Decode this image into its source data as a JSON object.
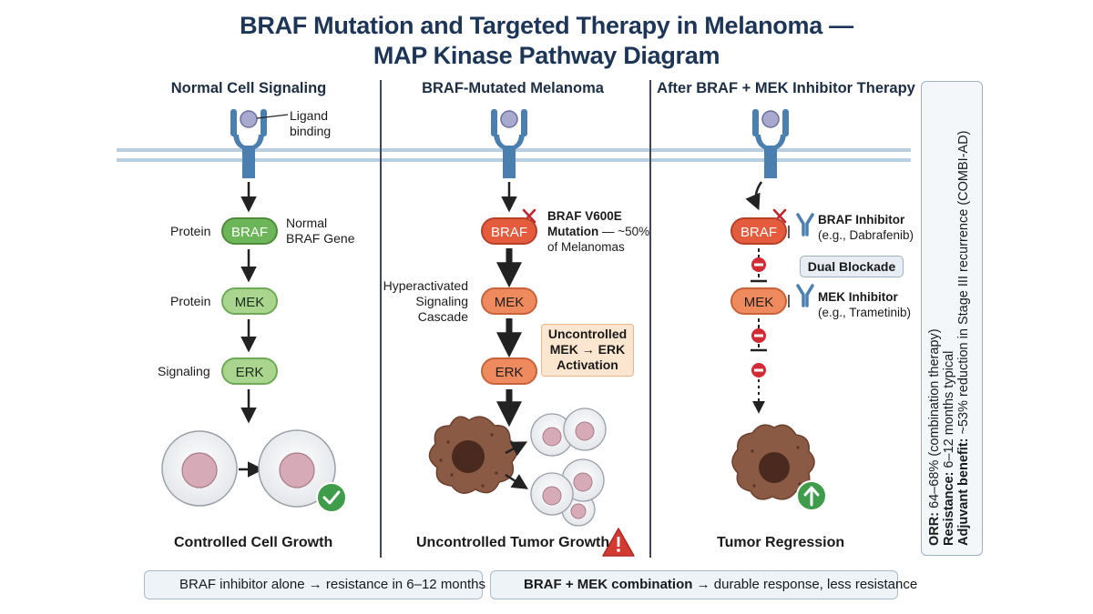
{
  "title": {
    "line1": "BRAF Mutation and Targeted Therapy in Melanoma —",
    "line2": "MAP Kinase Pathway Diagram"
  },
  "panels": {
    "normal": {
      "heading": "Normal Cell Signaling",
      "ligand_label": "Ligand binding",
      "ligand_line1": "Ligand",
      "ligand_line2": "binding",
      "braf_prefix": "Protein",
      "braf": "BRAF",
      "braf_note_line1": "Normal",
      "braf_note_line2": "BRAF Gene",
      "mek_prefix": "Protein",
      "mek": "MEK",
      "erk_prefix": "Signaling",
      "erk": "ERK",
      "caption": "Controlled Cell Growth"
    },
    "mutated": {
      "heading": "BRAF-Mutated Melanoma",
      "braf": "BRAF",
      "mutation_line1": "BRAF V600E",
      "mutation_line2_bold": "Mutation",
      "mutation_line2_rest": " — ~50%",
      "mutation_line3": "of Melanomas",
      "cascade_line1": "Hyperactivated",
      "cascade_line2": "Signaling",
      "cascade_line3": "Cascade",
      "mek": "MEK",
      "erk": "ERK",
      "uncontrolled_line1": "Uncontrolled",
      "uncontrolled_line2": "MEK → ERK",
      "uncontrolled_line3": "Activation",
      "caption": "Uncontrolled Tumor Growth"
    },
    "therapy": {
      "heading": "After BRAF + MEK Inhibitor Therapy",
      "braf": "BRAF",
      "braf_inhibitor_line1": "BRAF Inhibitor",
      "braf_inhibitor_line2": "(e.g., Dabrafenib)",
      "dual_blockade": "Dual Blockade",
      "mek": "MEK",
      "mek_inhibitor_line1": "MEK Inhibitor",
      "mek_inhibitor_line2": "(e.g., Trametinib)",
      "caption": "Tumor Regression"
    }
  },
  "sidebar": {
    "orr_label": "ORR:",
    "orr_value": " 64–68% (combination therapy)",
    "resistance_label": "Resistance:",
    "resistance_value": " 6–12 months typical",
    "adjuvant_label": "Adjuvant benefit:",
    "adjuvant_value": " ~53% reduction in Stage III recurrence (COMBI-AD)"
  },
  "footer": {
    "warning_text": "BRAF inhibitor alone → resistance in 6–12 months",
    "combo_bold": "BRAF + MEK combination",
    "combo_rest": " → durable response, less resistance"
  },
  "colors": {
    "normal_green": "#6cb558",
    "mutated_red": "#e45b3d",
    "mek_orange": "#ef8a5e",
    "receptor_blue": "#4a7fb0",
    "tumor_brown": "#8a5a44",
    "title_navy": "#1d3557"
  },
  "icons": {
    "check": "check-circle-icon",
    "warning": "warning-triangle-icon",
    "up_arrow": "up-arrow-circle-icon",
    "mutation_x": "mutation-x-icon",
    "inhibitor": "antibody-y-icon",
    "block": "block-minus-icon"
  }
}
